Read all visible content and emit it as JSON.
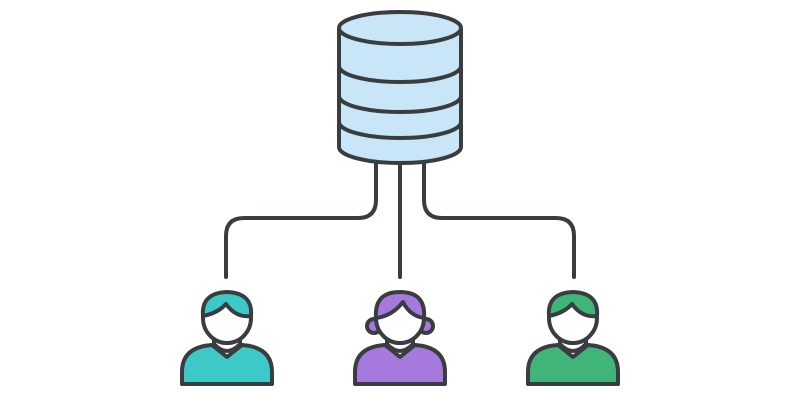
{
  "palette": {
    "outline": "#3a3d40",
    "database_fill": "#c8e6f8",
    "skin": "#ffffff",
    "user_left": "#3ec9c9",
    "user_middle": "#a679dc",
    "user_right": "#40b57a"
  },
  "diagram": {
    "nodes": [
      {
        "id": "database",
        "kind": "database",
        "icon": "database-cylinder-icon"
      },
      {
        "id": "user-left",
        "kind": "user",
        "icon": "user-icon",
        "style": "short-hair"
      },
      {
        "id": "user-middle",
        "kind": "user",
        "icon": "user-icon",
        "style": "bangs-with-buns"
      },
      {
        "id": "user-right",
        "kind": "user",
        "icon": "user-icon",
        "style": "short-hair"
      }
    ],
    "connections": [
      {
        "from": "database",
        "to": "user-left"
      },
      {
        "from": "database",
        "to": "user-middle"
      },
      {
        "from": "database",
        "to": "user-right"
      }
    ]
  }
}
